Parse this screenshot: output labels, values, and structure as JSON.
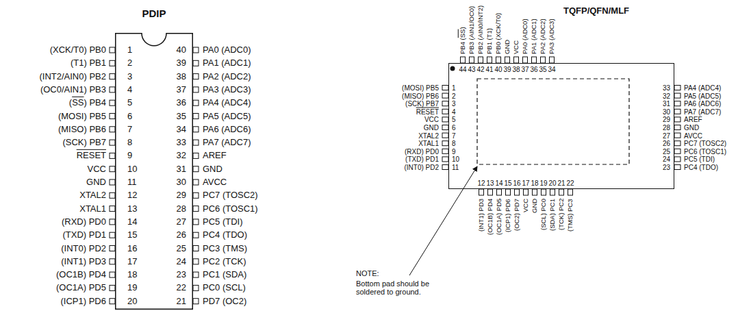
{
  "diagram": {
    "nodes": [
      {
        "text": [
          "PDIP"
        ]
      },
      {
        "text": [
          "TQFP/QFN/MLF"
        ]
      }
    ],
    "labels": [
      "(XCK/T0) PB0",
      "(T1) PB1",
      "(INT2/AIN0) PB2",
      "(OC0/AIN1) PB3",
      "(SS) PB4",
      "(MOSI) PB5",
      "(MISO) PB6",
      "(SCK) PB7",
      "RESET",
      "VCC",
      "GND",
      "XTAL2",
      "XTAL1",
      "(RXD) PD0",
      "(TXD) PD1",
      "(INT0) PD2",
      "(INT1) PD3",
      "(OC1B) PD4",
      "(OC1A) PD5",
      "(ICP1) PD6",
      "PD7 (OC2)",
      "PC0 (SCL)",
      "PC1 (SDA)",
      "PC2 (TCK)",
      "PC3 (TMS)",
      "PC4 (TDO)",
      "PC5 (TDI)",
      "PC6 (TOSC1)",
      "PC7 (TOSC2)",
      "AVCC",
      "GND",
      "AREF",
      "PA7 (ADC7)",
      "PA6 (ADC6)",
      "PA5 (ADC5)",
      "PA4 (ADC4)",
      "PA3 (ADC3)",
      "PA2 (ADC2)",
      "PA1 (ADC1)",
      "PA0 (ADC0)",
      "1",
      "2",
      "3",
      "4",
      "5",
      "6",
      "7",
      "8",
      "9",
      "10",
      "11",
      "12",
      "13",
      "14",
      "15",
      "16",
      "17",
      "18",
      "19",
      "20",
      "21",
      "22",
      "23",
      "24",
      "25",
      "26",
      "27",
      "28",
      "29",
      "30",
      "31",
      "32",
      "33",
      "34",
      "35",
      "36",
      "37",
      "38",
      "39",
      "40",
      "(MOSI) PB5",
      "(MISO) PB6",
      "(SCK) PB7",
      "RESET",
      "VCC",
      "GND",
      "XTAL2",
      "XTAL1",
      "(RXD) PD0",
      "(TXD) PD1",
      "(INT0) PD2",
      "(INT1) PD3",
      "(OC1B) PD4",
      "(OC1A) PD5",
      "(ICP1) PD6",
      "(OC2) PD7",
      "VCC",
      "GND",
      "(SCL) PC0",
      "(SDA) PC1",
      "(TCK) PC2",
      "(TMS) PC3",
      "PC4 (TDO)",
      "PC5 (TDI)",
      "PC6 (TOSC1)",
      "PC7 (TOSC2)",
      "AVCC",
      "GND",
      "AREF",
      "PA7 (ADC7)",
      "PA6 (ADC6)",
      "PA5 (ADC5)",
      "PA4 (ADC4)",
      "PA3 (ADC3)",
      "PA2 (ADC2)",
      "PA1 (ADC1)",
      "PA0 (ADC0)",
      "VCC",
      "GND",
      "PB0 (XCK/T0)",
      "PB1 (T1)",
      "PB2 (AIN0/INT2)",
      "PB3 (AIN1/OC0)",
      "PB4 (SS)",
      "1",
      "2",
      "3",
      "4",
      "5",
      "6",
      "7",
      "8",
      "9",
      "10",
      "11",
      "12",
      "13",
      "14",
      "15",
      "16",
      "17",
      "18",
      "19",
      "20",
      "21",
      "22",
      "23",
      "24",
      "25",
      "26",
      "27",
      "28",
      "29",
      "30",
      "31",
      "32",
      "33",
      "34",
      "35",
      "36",
      "37",
      "38",
      "39",
      "40",
      "41",
      "42",
      "43",
      "44",
      "NOTE:",
      "Bottom pad should be soldered to ground."
    ]
  }
}
